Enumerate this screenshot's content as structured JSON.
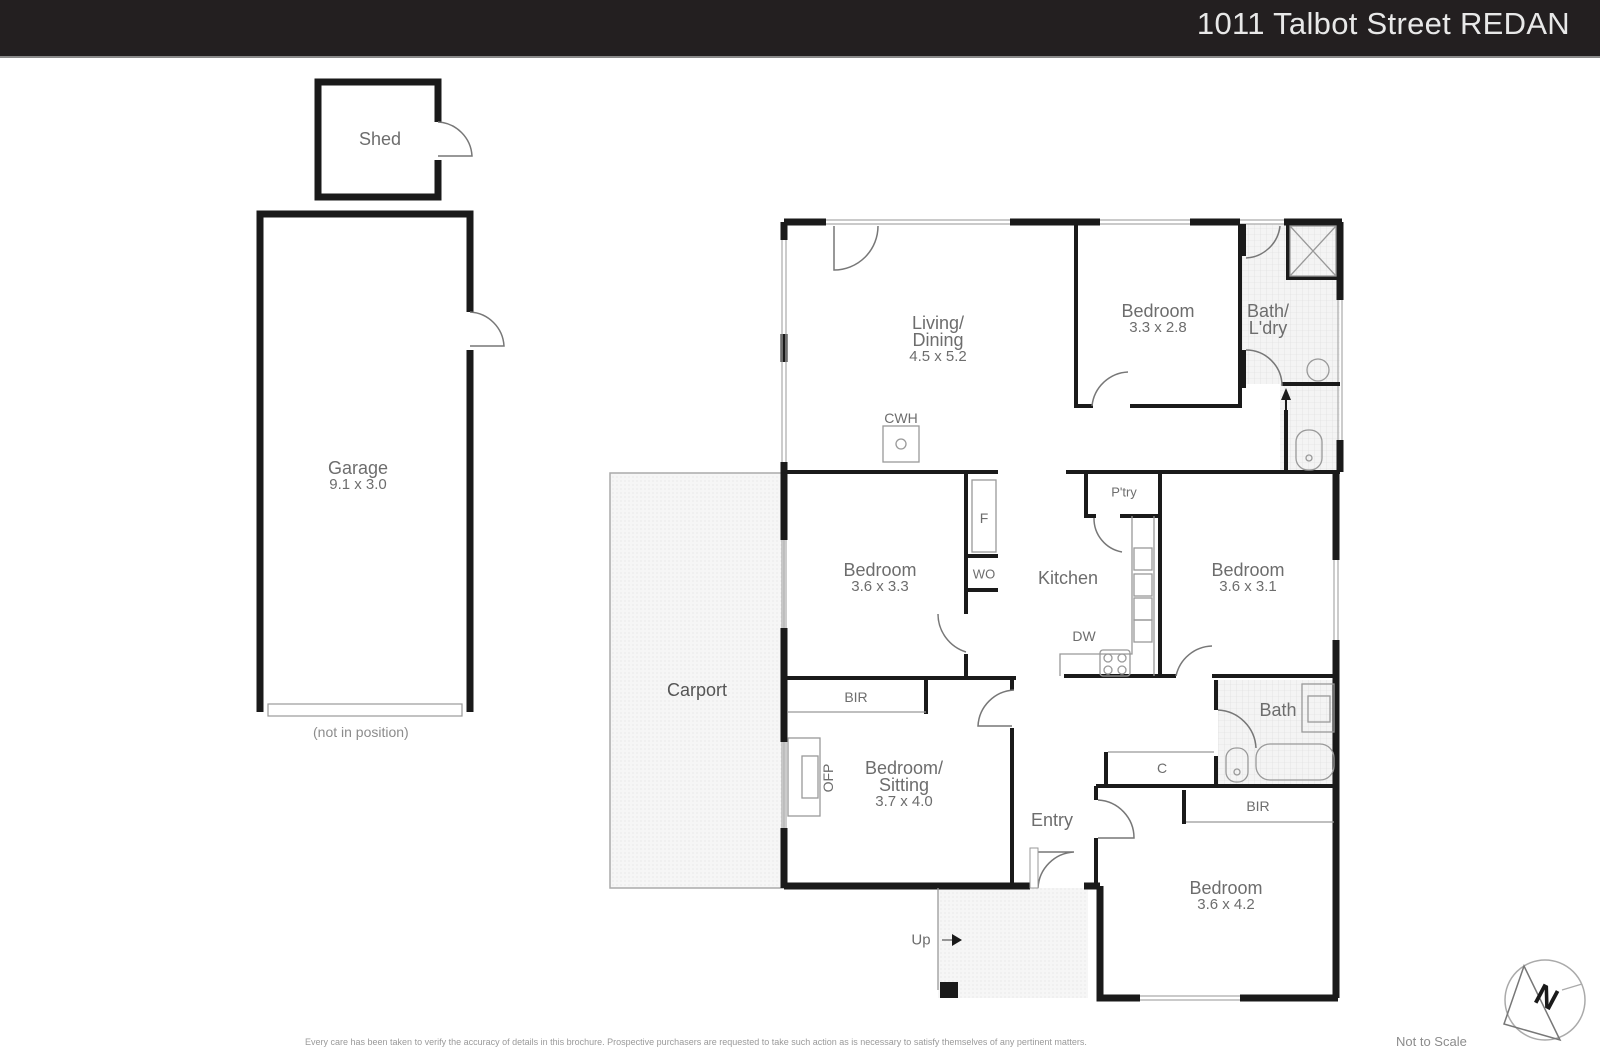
{
  "header": {
    "title": "1011 Talbot Street REDAN"
  },
  "outbuildings": {
    "shed": {
      "name": "Shed"
    },
    "garage": {
      "name": "Garage",
      "dimensions": "9.1 x 3.0",
      "note": "(not in position)"
    },
    "carport": {
      "name": "Carport"
    }
  },
  "rooms": {
    "living_dining": {
      "name_line1": "Living/",
      "name_line2": "Dining",
      "dimensions": "4.5 x 5.2"
    },
    "bedroom_top": {
      "name": "Bedroom",
      "dimensions": "3.3 x 2.8"
    },
    "bath_laundry": {
      "name_line1": "Bath/",
      "name_line2": "L'dry"
    },
    "bedroom_left": {
      "name": "Bedroom",
      "dimensions": "3.6 x 3.3"
    },
    "kitchen": {
      "name": "Kitchen"
    },
    "bedroom_right": {
      "name": "Bedroom",
      "dimensions": "3.6 x 3.1"
    },
    "bedroom_sitting": {
      "name_line1": "Bedroom/",
      "name_line2": "Sitting",
      "dimensions": "3.7 x 4.0"
    },
    "bath": {
      "name": "Bath"
    },
    "entry": {
      "name": "Entry"
    },
    "bedroom_bottom": {
      "name": "Bedroom",
      "dimensions": "3.6 x 4.2"
    }
  },
  "fixtures": {
    "cwh": "CWH",
    "pantry": "P'try",
    "fridge": "F",
    "wo": "WO",
    "dw": "DW",
    "bir_left": "BIR",
    "bir_right": "BIR",
    "ofp": "OFP",
    "cupboard": "C",
    "up": "Up"
  },
  "footer": {
    "compass_label": "N",
    "scale_note": "Not to Scale",
    "disclaimer": "Every care has been taken to verify the accuracy of details in this brochure. Prospective purchasers are requested to take such action as is necessary to satisfy themselves of any pertinent matters."
  },
  "colors": {
    "header_bg": "#231f20",
    "wall": "#1a1a1a",
    "label": "#6d6d6d",
    "carport_fill": "#ececec",
    "wet_area_fill": "#f1f1f1"
  }
}
